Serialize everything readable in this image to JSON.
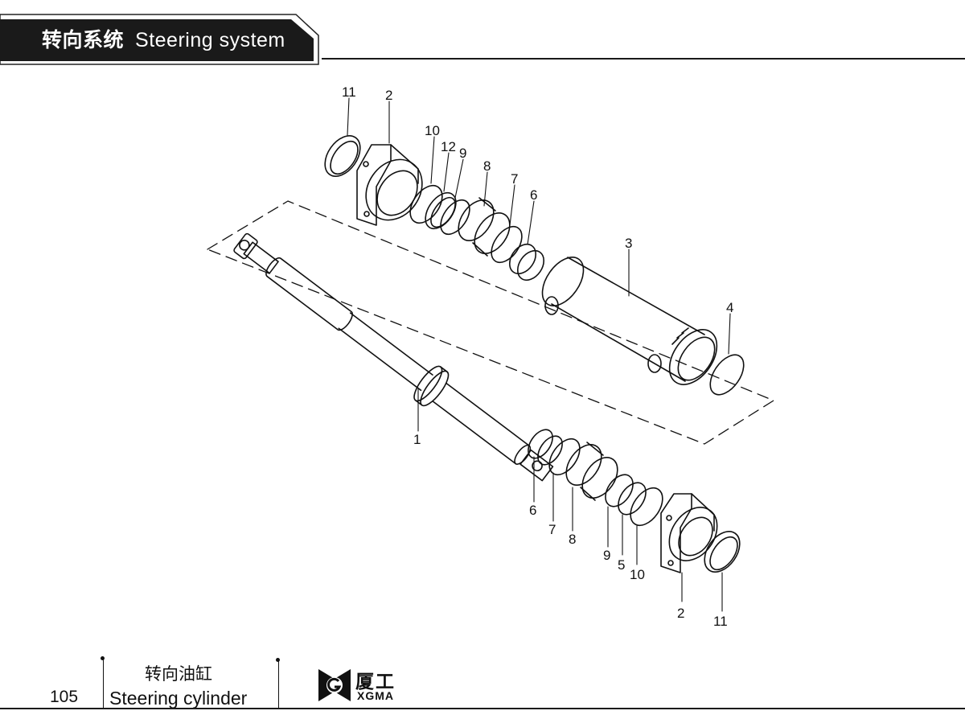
{
  "header": {
    "title_cn": "转向系统",
    "title_en": "Steering system"
  },
  "callouts": {
    "c11_top": "11",
    "c2_top": "2",
    "c10_top": "10",
    "c12_top": "12",
    "c9_top": "9",
    "c8_top": "8",
    "c7_top": "7",
    "c6_top": "6",
    "c3": "3",
    "c4": "4",
    "c1": "1",
    "c6_bot": "6",
    "c7_bot": "7",
    "c8_bot": "8",
    "c9_bot": "9",
    "c5_bot": "5",
    "c10_bot": "10",
    "c2_bot": "2",
    "c11_bot": "11"
  },
  "footer": {
    "page_number": "105",
    "title_cn": "转向油缸",
    "title_en": "Steering cylinder",
    "logo_cn": "厦工",
    "logo_en": "XGMA"
  },
  "colors": {
    "header_bg": "#1a1a1a",
    "ink": "#111111",
    "paper": "#ffffff"
  }
}
